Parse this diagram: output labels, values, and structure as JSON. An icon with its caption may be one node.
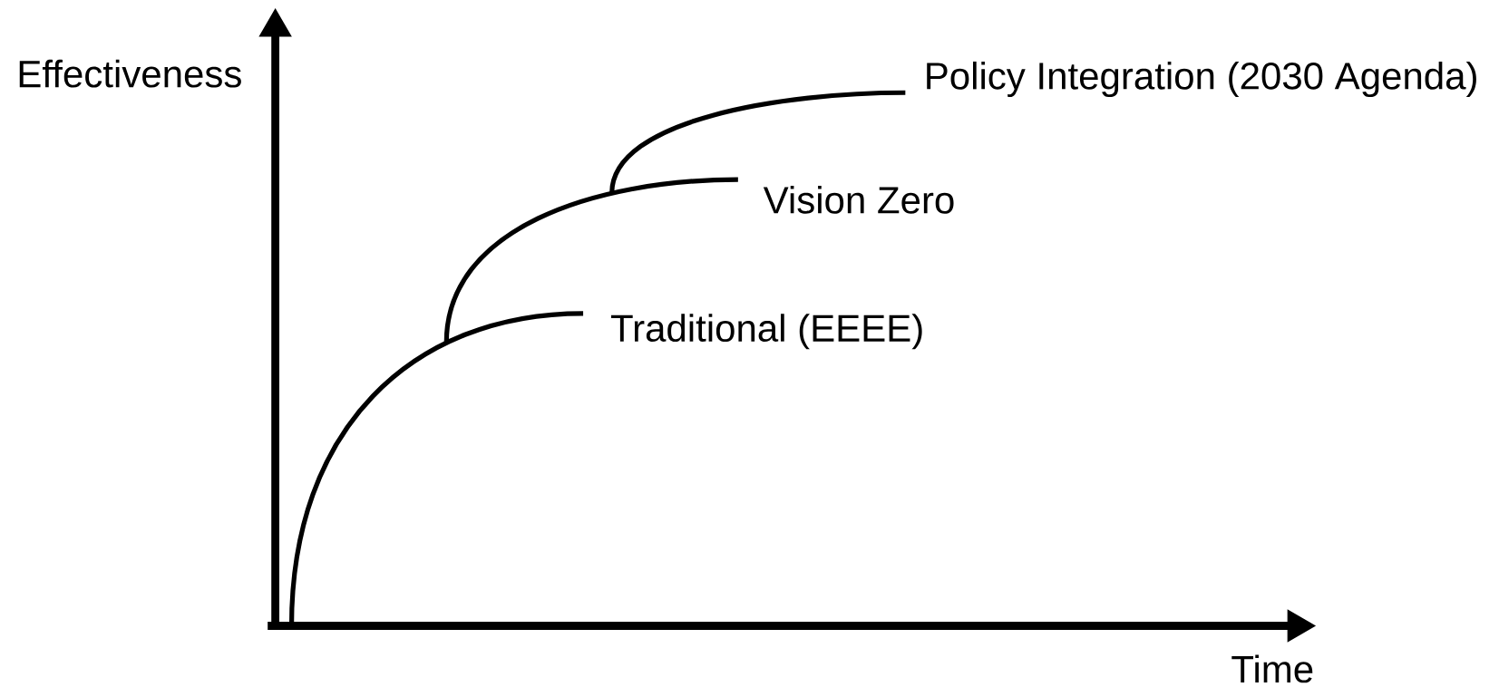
{
  "diagram": {
    "labels": [
      "Effectiveness",
      "Policy Integration (2030 Agenda)",
      "Vision Zero",
      "Traditional (EEEE)",
      "Time"
    ]
  }
}
